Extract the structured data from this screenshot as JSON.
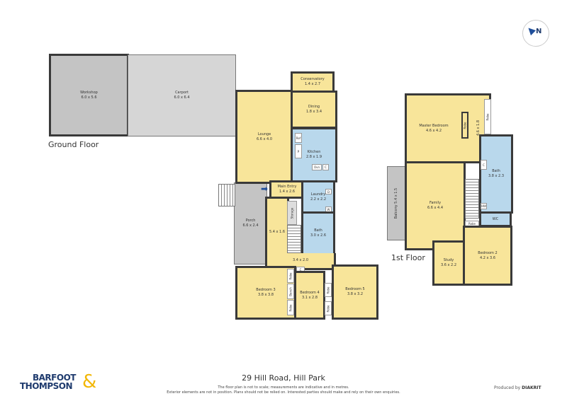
{
  "compass": {
    "label": "N"
  },
  "ground_floor": {
    "label": "Ground Floor",
    "rooms": {
      "workshop": {
        "name": "Workshop",
        "dims": "6.0 x 5.6"
      },
      "carport": {
        "name": "Carport",
        "dims": "6.0 x 6.4"
      },
      "lounge": {
        "name": "Lounge",
        "dims": "6.6 x 4.0"
      },
      "conservatory": {
        "name": "Conservatory",
        "dims": "1.4 x 2.7"
      },
      "dining": {
        "name": "Dining",
        "dims": "1.8 x 3.4"
      },
      "kitchen": {
        "name": "Kitchen",
        "dims": "2.8 x 1.9"
      },
      "main_entry": {
        "name": "Main Entry",
        "dims": "1.4 x 2.6"
      },
      "porch": {
        "name": "Porch",
        "dims": "6.6 x 2.4"
      },
      "hallway": {
        "name": "",
        "dims": "5.4 x 1.6"
      },
      "laundry": {
        "name": "Laundry",
        "dims": "2.2 x 2.2"
      },
      "bath": {
        "name": "Bath",
        "dims": "3.0 x 2.6"
      },
      "hall2": {
        "name": "",
        "dims": "3.4 x 2.0"
      },
      "bedroom3": {
        "name": "Bedroom 3",
        "dims": "3.8 x 3.8"
      },
      "bedroom4": {
        "name": "Bedroom 4",
        "dims": "3.1 x 2.8"
      },
      "bedroom5": {
        "name": "Bedroom 5",
        "dims": "3.8 x 3.2"
      }
    },
    "fixtures": {
      "ref": "Ref",
      "pantry": "P",
      "oven": "Ovn",
      "cupboard": "C",
      "dryer": "D",
      "washer": "W",
      "storage": "Storage",
      "robe": "Robe",
      "bench": "Bench",
      "cupboard2": "C"
    }
  },
  "first_floor": {
    "label": "1st Floor",
    "rooms": {
      "master": {
        "name": "Master Bedroom",
        "dims": "4.6 x 4.2"
      },
      "ensuite_dim": {
        "dims": "4.6 x 1.8"
      },
      "bath": {
        "name": "Bath",
        "dims": "3.8 x 2.3"
      },
      "family": {
        "name": "Family",
        "dims": "6.6 x 4.4"
      },
      "balcony": {
        "name": "Balcony",
        "dims": "5.4 x 1.5"
      },
      "wc": {
        "name": "WC",
        "dims": ""
      },
      "study": {
        "name": "Study",
        "dims": "3.6 x 2.2"
      },
      "bedroom2": {
        "name": "Bedroom 2",
        "dims": "4.2 x 3.6"
      }
    },
    "fixtures": {
      "robe": "Robe",
      "cupboard": "C",
      "hw": "HW"
    }
  },
  "footer": {
    "logo_line1": "BARFOOT",
    "logo_line2": "THOMPSON",
    "logo_amp": "&",
    "address": "29 Hill Road, Hill Park",
    "disclaimer1": "The floor plan is not to scale; measurements are indicative and in metres.",
    "disclaimer2": "Exterior elements are not in position. Plans should not be relied on. Interested parties should make and rely on their own enquiries.",
    "produced_by": "Produced by",
    "producer": "DIAKRIT"
  }
}
